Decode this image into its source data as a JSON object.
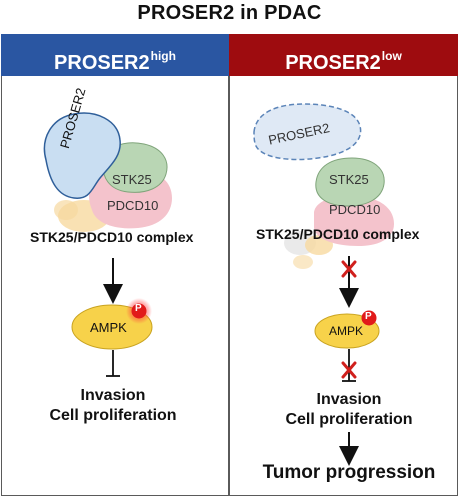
{
  "title": "PROSER2 in PDAC",
  "left_panel": {
    "header_main": "PROSER2",
    "header_sup": "high",
    "header_color": "#2a56a2",
    "proser2_label": "PROSER2",
    "stk25_label": "STK25",
    "pdcd10_label": "PDCD10",
    "complex_label": "STK25/PDCD10 complex",
    "ampk_label": "AMPK",
    "phospho_label": "P",
    "outcome_line1": "Invasion",
    "outcome_line2": "Cell proliferation"
  },
  "right_panel": {
    "header_main": "PROSER2",
    "header_sup": "low",
    "header_color": "#9e0c0f",
    "proser2_label": "PROSER2",
    "stk25_label": "STK25",
    "pdcd10_label": "PDCD10",
    "complex_label": "STK25/PDCD10 complex",
    "ampk_label": "AMPK",
    "phospho_label": "P",
    "outcome_line1": "Invasion",
    "outcome_line2": "Cell proliferation",
    "final_outcome": "Tumor progression"
  },
  "colors": {
    "proser2_fill": "#c9def2",
    "proser2_stroke": "#2f5f9a",
    "stk25_fill": "#b9d6b4",
    "pdcd10_fill": "#f4c3cc",
    "ampk_fill": "#f7d24a",
    "phospho_fill": "#e11a1a",
    "block_x": "#d0201d"
  }
}
